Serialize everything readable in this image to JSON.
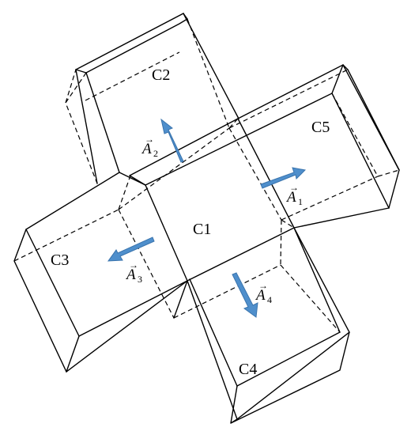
{
  "cells": {
    "c1": "C1",
    "c2": "C2",
    "c3": "C3",
    "c4": "C4",
    "c5": "C5"
  },
  "vectors": [
    {
      "symbol": "A",
      "subscript": "1",
      "arrow_glyph": "→",
      "direction": "toward C5"
    },
    {
      "symbol": "A",
      "subscript": "2",
      "arrow_glyph": "→",
      "direction": "toward C2"
    },
    {
      "symbol": "A",
      "subscript": "3",
      "arrow_glyph": "→",
      "direction": "toward C3"
    },
    {
      "symbol": "A",
      "subscript": "4",
      "arrow_glyph": "→",
      "direction": "toward C4"
    }
  ],
  "colors": {
    "arrow_fill": "#4f8fcc",
    "arrow_stroke": "#3a74ad",
    "line": "#000000"
  }
}
